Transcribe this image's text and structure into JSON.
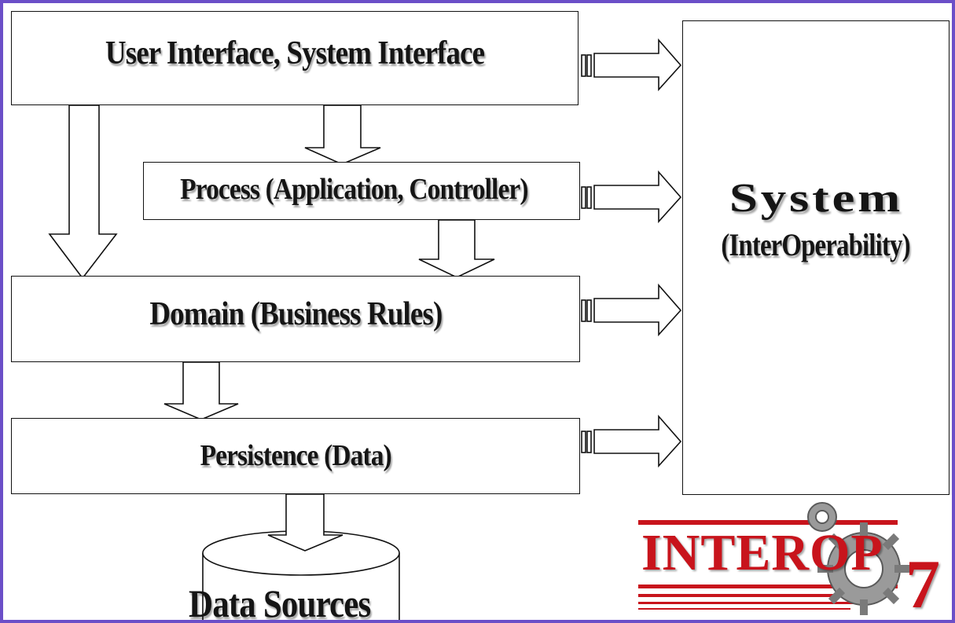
{
  "layers": {
    "ui": "User Interface, System Interface",
    "process": "Process (Application, Controller)",
    "domain": "Domain (Business Rules)",
    "persistence": "Persistence (Data)"
  },
  "system": {
    "title": "System",
    "subtitle": "(InterOperability)"
  },
  "datastore": {
    "label": "Data Sources"
  },
  "logo": {
    "text": "INTEROP",
    "number": "7",
    "color": "#c8141c"
  },
  "frame_color": "#6b4fc8"
}
